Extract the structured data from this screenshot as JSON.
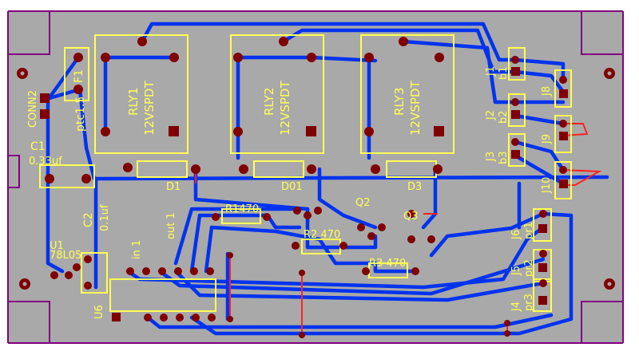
{
  "colors": {
    "board": "#a9a9a9",
    "outline": "#800080",
    "trace": "#0033ee",
    "pad": "#800000",
    "silk": "#ffff55",
    "jumper": "#ff2222"
  },
  "relays": [
    {
      "ref": "RLY1",
      "type": "12VSPDT"
    },
    {
      "ref": "RLY2",
      "type": "12VSPDT"
    },
    {
      "ref": "RLY3",
      "type": "12VSPDT"
    }
  ],
  "labels": {
    "fuse_ref": "F1",
    "fuse_value": "ptc1.5",
    "conn_ref": "CONN2",
    "c1_ref": "C1",
    "c1_value": "0.33uf",
    "c2_ref": "C2",
    "c2_value": "0.1uf",
    "u1_ref": "U1",
    "u1_value": "78L05",
    "u6_ref": "U6",
    "out1": "out 1",
    "in1": "in 1",
    "d1": "D1",
    "d2": "D01",
    "d3": "D3",
    "q2": "Q2",
    "q3": "Q3",
    "r1": "R1470",
    "r2": "R2 470",
    "r3": "R3 470"
  },
  "connectors": [
    {
      "ref": "J1",
      "name": "b1"
    },
    {
      "ref": "J2",
      "name": "b2"
    },
    {
      "ref": "J3",
      "name": "b3"
    },
    {
      "ref": "J8",
      "name": ""
    },
    {
      "ref": "J9",
      "name": ""
    },
    {
      "ref": "J10",
      "name": ""
    },
    {
      "ref": "J6",
      "name": "pr1"
    },
    {
      "ref": "J5",
      "name": "pr2"
    },
    {
      "ref": "J4",
      "name": "pr3"
    }
  ]
}
